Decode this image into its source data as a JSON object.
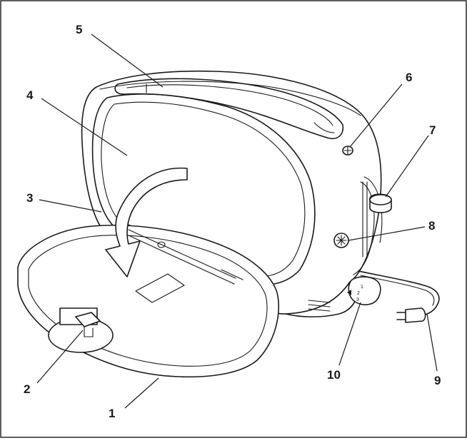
{
  "diagram": {
    "labels": [
      {
        "id": "1",
        "text": "1"
      },
      {
        "id": "2",
        "text": "2"
      },
      {
        "id": "3",
        "text": "3"
      },
      {
        "id": "4",
        "text": "4"
      },
      {
        "id": "5",
        "text": "5"
      },
      {
        "id": "6",
        "text": "6"
      },
      {
        "id": "7",
        "text": "7"
      },
      {
        "id": "8",
        "text": "8"
      },
      {
        "id": "9",
        "text": "9"
      },
      {
        "id": "10",
        "text": "10"
      }
    ],
    "dial": {
      "marks": [
        "1",
        "2",
        "3"
      ]
    }
  }
}
